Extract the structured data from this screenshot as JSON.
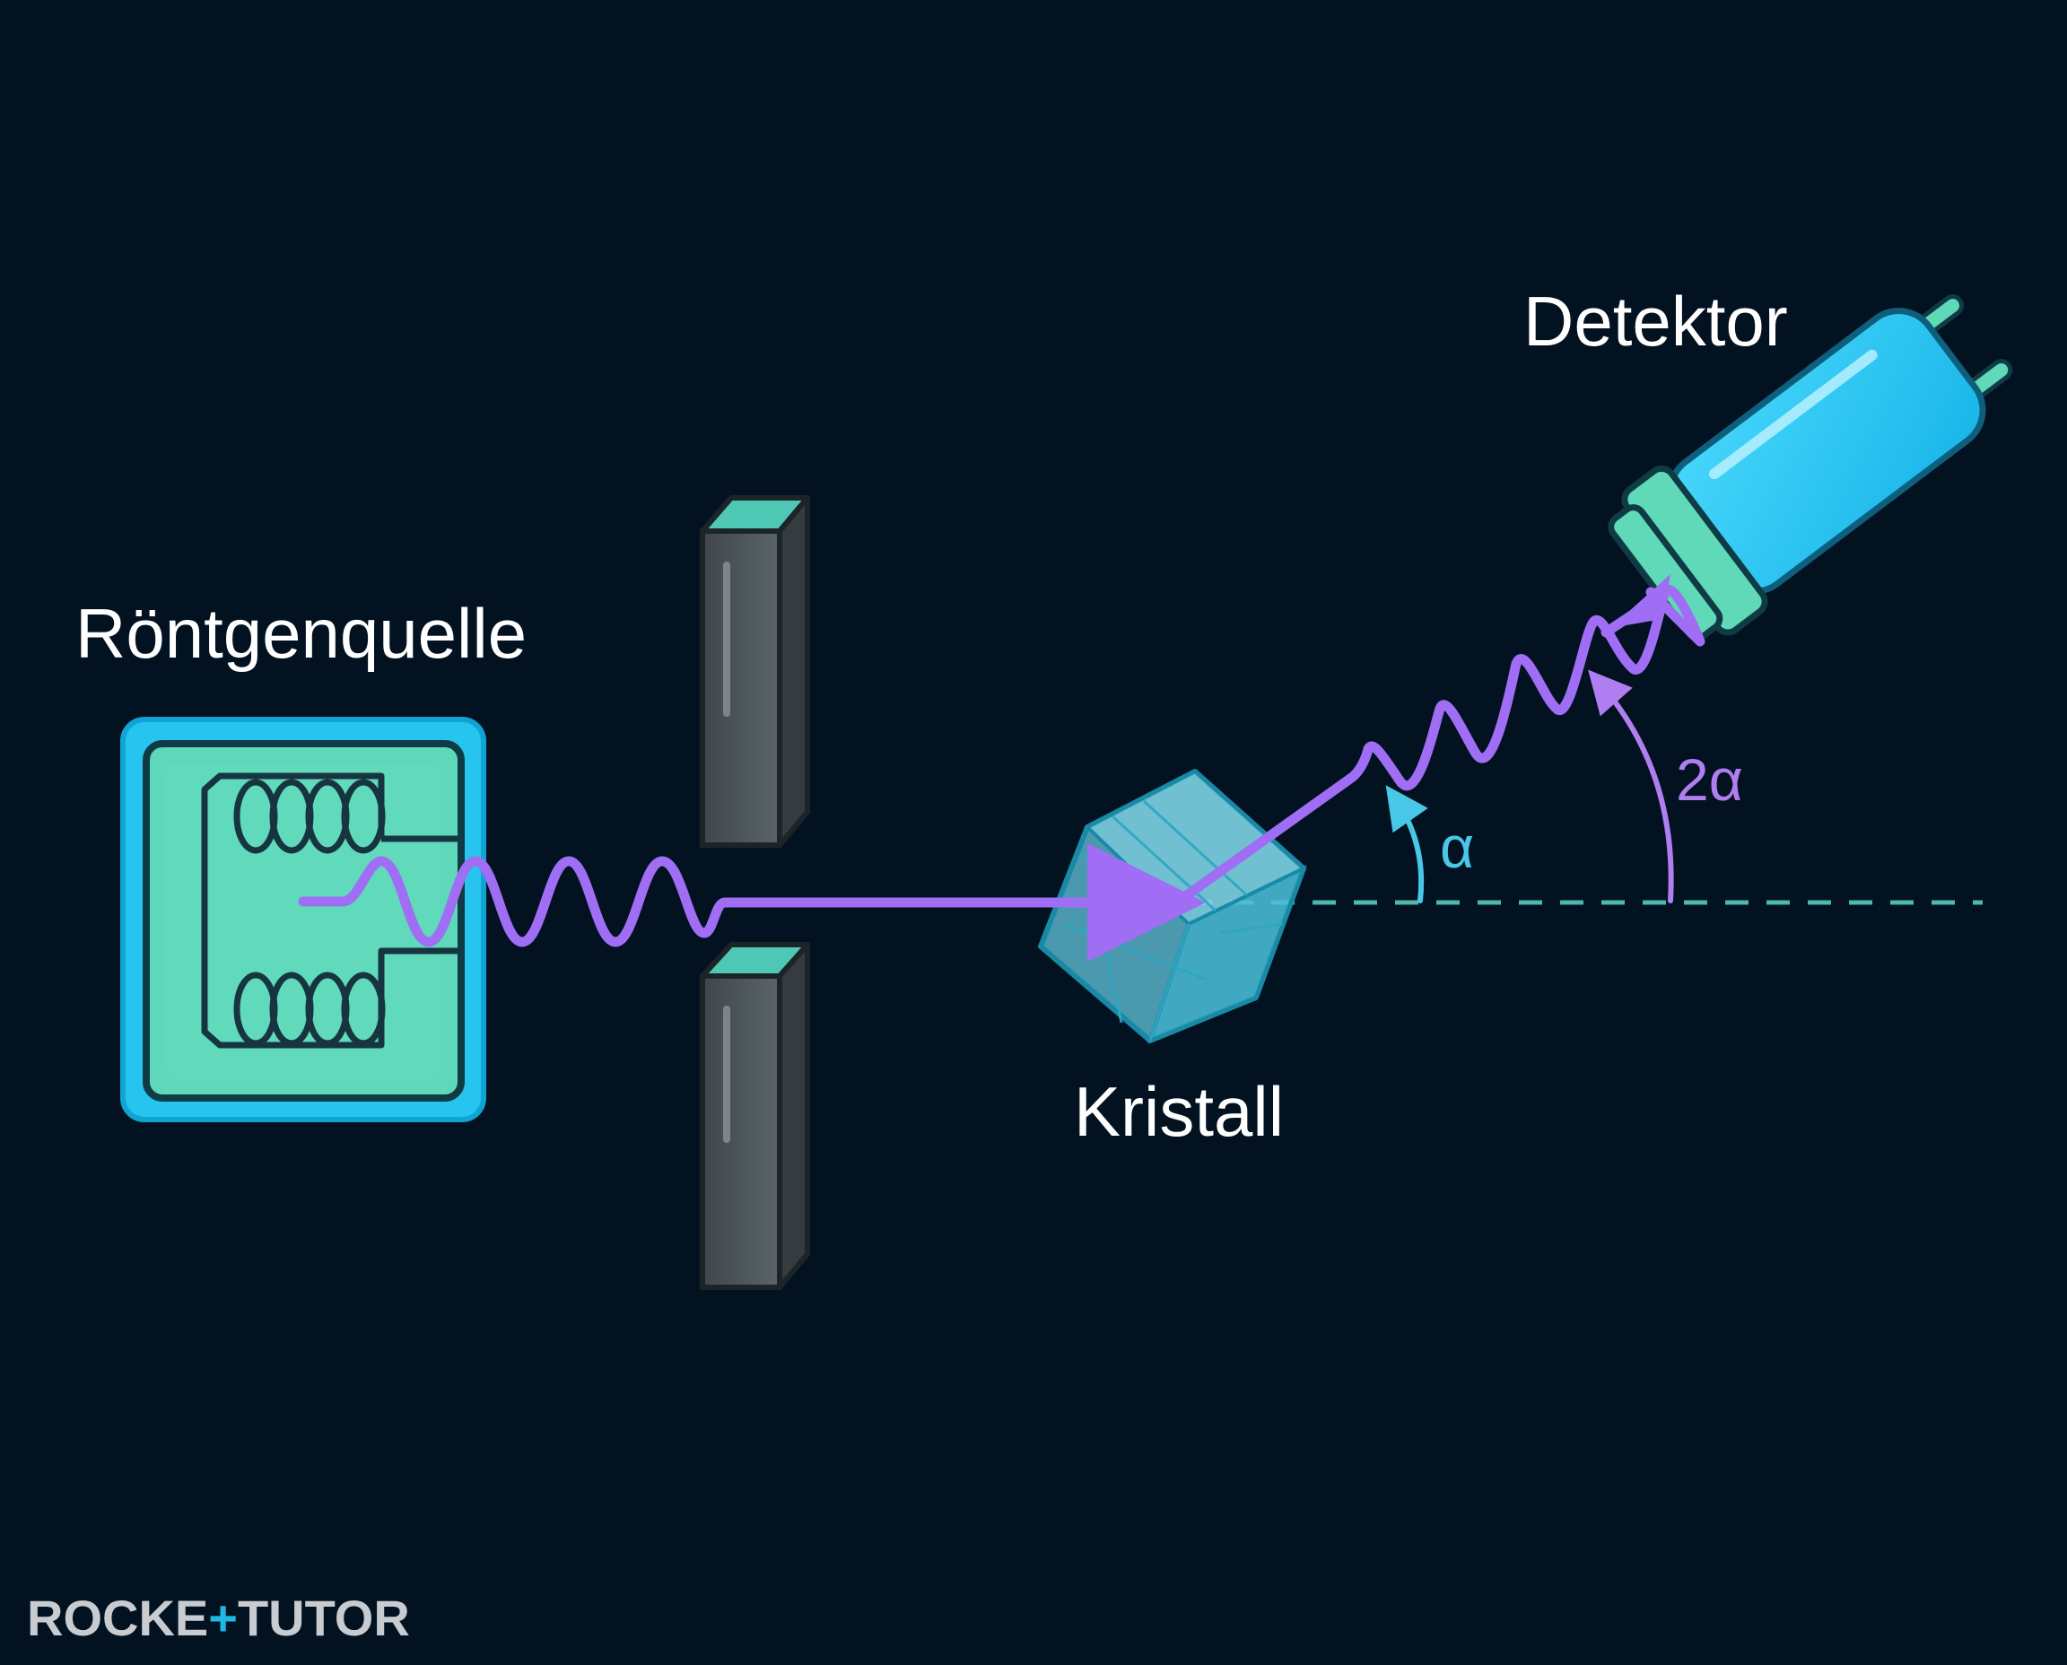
{
  "labels": {
    "source": "Röntgenquelle",
    "crystal": "Kristall",
    "detector": "Detektor",
    "angle_alpha": "α",
    "angle_two_alpha": "2α"
  },
  "logo": {
    "left": "ROCKE",
    "middle": "TUTO",
    "right": "R"
  },
  "colors": {
    "background": "#021220",
    "beam": "#a06ef5",
    "source_outer": "#27c4ef",
    "source_inner": "#5ed8b8",
    "crystal": "#67cde6",
    "detector": "#21c8f4",
    "detector_cap": "#5fd9b8",
    "slit": "#4b5358",
    "slit_top": "#4fc7b5",
    "dashed_line": "#4cb8b0",
    "alpha": "#48c7e7",
    "two_alpha": "#b07ef0"
  },
  "icons": {
    "source": "xray-source-icon",
    "crystal": "crystal-icon",
    "detector": "detector-tube-icon",
    "slit": "collimator-slit-icon"
  }
}
